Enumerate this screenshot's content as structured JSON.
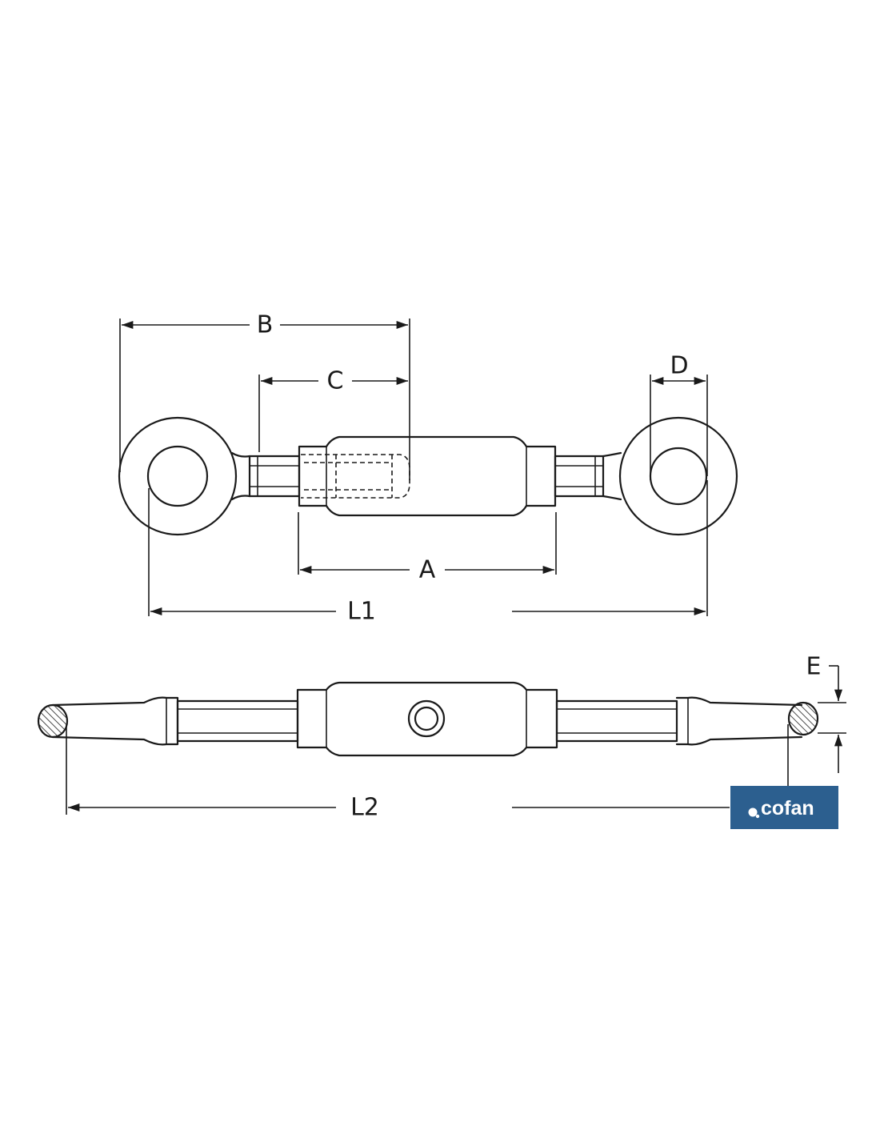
{
  "dimensions": {
    "A": "A",
    "B": "B",
    "C": "C",
    "D": "D",
    "E": "E",
    "L1": "L1",
    "L2": "L2"
  },
  "logo": {
    "brand": "cofan",
    "background": "#2c5f8f"
  }
}
